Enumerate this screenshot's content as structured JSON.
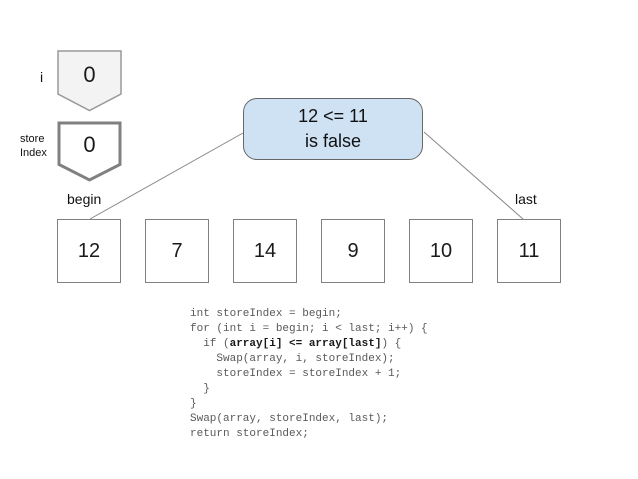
{
  "pointers": {
    "i": {
      "label": "i",
      "value": "0"
    },
    "storeIndex": {
      "label_line1": "store",
      "label_line2": "Index",
      "value": "0"
    }
  },
  "callout": {
    "line1": "12 <= 11",
    "line2": "is false"
  },
  "array": {
    "begin_label": "begin",
    "last_label": "last",
    "cells": [
      "12",
      "7",
      "14",
      "9",
      "10",
      "11"
    ]
  },
  "code": {
    "lines": [
      [
        {
          "t": "int storeIndex = begin;",
          "b": false
        }
      ],
      [
        {
          "t": "for (int i = begin; i < last; i++) {",
          "b": false
        }
      ],
      [
        {
          "t": "  if (",
          "b": false
        },
        {
          "t": "array[i] <= array[last]",
          "b": true
        },
        {
          "t": ") {",
          "b": false
        }
      ],
      [
        {
          "t": "    Swap(array, i, storeIndex);",
          "b": false
        }
      ],
      [
        {
          "t": "    storeIndex = storeIndex + 1;",
          "b": false
        }
      ],
      [
        {
          "t": "  }",
          "b": false
        }
      ],
      [
        {
          "t": "}",
          "b": false
        }
      ],
      [
        {
          "t": "Swap(array, storeIndex, last);",
          "b": false
        }
      ],
      [
        {
          "t": "return storeIndex;",
          "b": false
        }
      ]
    ]
  },
  "colors": {
    "callout_fill": "#cfe2f3",
    "callout_border": "#666666",
    "box_border": "#808080",
    "pentagon_i_fill": "#f3f3f3",
    "pentagon_i_border": "#999999",
    "pentagon_store_fill": "#ffffff",
    "pentagon_store_border": "#808080",
    "connector_line": "#888888",
    "code_text": "#595959",
    "code_bold_text": "#1a1a1a"
  }
}
